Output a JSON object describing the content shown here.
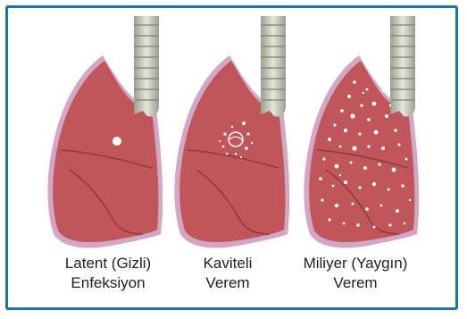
{
  "panels": [
    {
      "line1": "Latent (Gizli)",
      "line2": "Enfeksiyon"
    },
    {
      "line1": "Kaviteli",
      "line2": "Verem"
    },
    {
      "line1": "Miliyer (Yaygın)",
      "line2": "Verem"
    }
  ],
  "colors": {
    "frame": "#1f6fb3",
    "lung_fill": "#c0565a",
    "lung_outline": "#d2a6c4",
    "lobe_line": "#8f3a40",
    "trachea": "#c9ccc0",
    "lesion": "#ffffff"
  }
}
